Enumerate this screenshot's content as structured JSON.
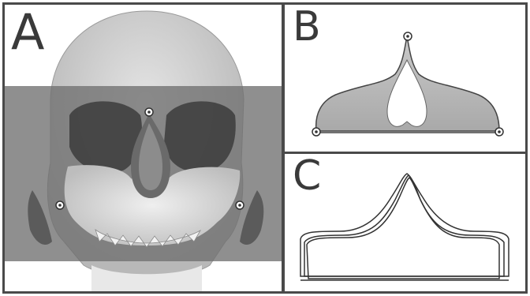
{
  "figure": {
    "panels": [
      {
        "id": "A",
        "letter": "A",
        "content": "skull-frontal-view"
      },
      {
        "id": "B",
        "letter": "B",
        "content": "midface-outline-landmarks"
      },
      {
        "id": "C",
        "letter": "C",
        "content": "superimposed-outlines"
      }
    ],
    "colors": {
      "border": "#4a4a4a",
      "bone": "#d8d8d8",
      "shaded_band": "#6f6f6f",
      "outline": "#333333"
    }
  }
}
